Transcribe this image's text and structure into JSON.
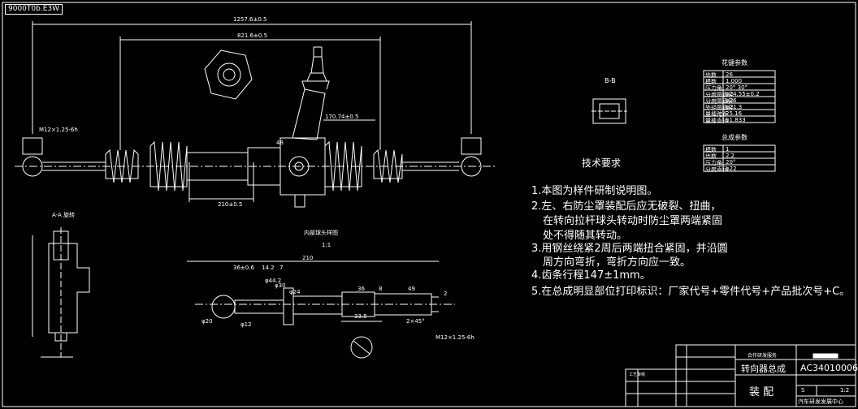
{
  "drawing": {
    "file_tag": "9000T0b.E3W",
    "dimensions": {
      "overall": "1257.6±0.5",
      "inner": "821.6±0.5",
      "pinion": "170.74±0.5",
      "rack_offset": "210±0.5",
      "thread": "M12×1.25-6h",
      "center_mark": "48"
    },
    "views": {
      "section_aa": "A-A 旋转",
      "section_bb": "B-B",
      "detail_title": "内部球头样图",
      "detail_scale": "1:1",
      "detail_dims": [
        "210",
        "36±0.6",
        "14.2",
        "7",
        "φ30",
        "φ44.2",
        "φ24",
        "36",
        "8",
        "49",
        "2",
        "33.5",
        "2×45°",
        "M12×1.25-6h",
        "φ12",
        "φ20"
      ]
    },
    "spline_table_1": {
      "title": "花键参数",
      "rows": [
        [
          "齿数",
          "26"
        ],
        [
          "模数",
          "1.000"
        ],
        [
          "压力角",
          "20°  30°"
        ],
        [
          "分度圆直径",
          "φ24.55±0.2"
        ],
        [
          "分度圆直径",
          "φ26"
        ],
        [
          "外径圆直径",
          "φ21.3"
        ],
        [
          "量棒跨距",
          "25.16"
        ],
        [
          "量棒直径",
          "φ1.833"
        ]
      ]
    },
    "spline_table_2": {
      "title": "总成参数",
      "rows": [
        [
          "模数",
          "1"
        ],
        [
          "齿数",
          "2.2"
        ],
        [
          "压力角",
          "20°"
        ],
        [
          "分度直径",
          "φ22"
        ]
      ]
    },
    "tech_requirements": {
      "title": "技术要求",
      "items": [
        "1.本图为样件研制说明图。",
        "2.左、右防尘罩装配后应无破裂、扭曲，",
        "在转向拉杆球头转动时防尘罩两端紧固",
        "处不得随其转动。",
        "3.用钢丝绕紧2周后两端扭合紧固，并沿圆",
        "周方向弯折，弯折方向应一致。",
        "4.齿条行程147±1mm。",
        "5.在总成明显部位打印标识：厂家代号+零件代号+产品批次号+C。"
      ]
    },
    "title_block": {
      "part_name": "转向器总成",
      "drawing_no": "AC34010006",
      "type": "装 配",
      "stage": "S",
      "scale": "1:2",
      "company": "汽车研发发展中心",
      "material_note": "合作研发服务",
      "side_label": "工艺审核"
    }
  }
}
